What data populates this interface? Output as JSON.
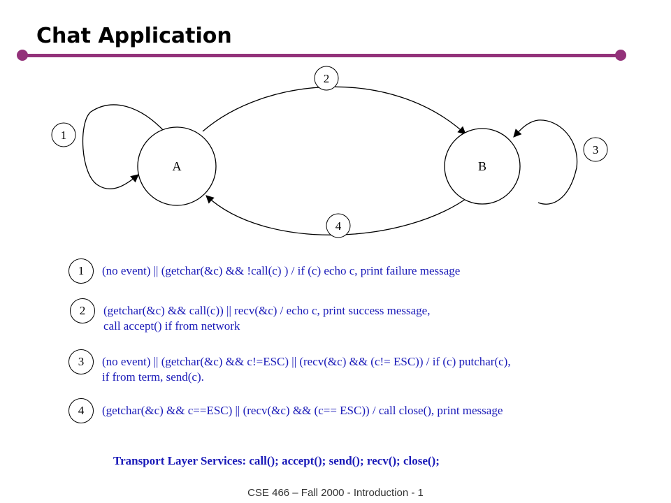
{
  "slide": {
    "title": "Chat Application",
    "footer": "CSE 466 – Fall 2000 - Introduction - 1"
  },
  "diagram": {
    "states": [
      {
        "id": "A",
        "label": "A"
      },
      {
        "id": "B",
        "label": "B"
      }
    ],
    "transitions": [
      {
        "number": "1",
        "from": "A",
        "to": "A"
      },
      {
        "number": "2",
        "from": "A",
        "to": "B"
      },
      {
        "number": "3",
        "from": "B",
        "to": "B"
      },
      {
        "number": "4",
        "from": "B",
        "to": "A"
      }
    ]
  },
  "legend": {
    "t1": {
      "number": "1",
      "line1": "(no event) || (getchar(&c)  && !call(c) )  /   if (c) echo c, print failure message"
    },
    "t2": {
      "number": "2",
      "line1": "(getchar(&c)  && call(c))  || recv(&c)  /  echo c, print success message,",
      "line2": "call accept() if from network"
    },
    "t3": {
      "number": "3",
      "line1": "(no event) || (getchar(&c)  && c!=ESC) || (recv(&c)  && (c!= ESC))  /  if (c) putchar(c),",
      "line2": "if from term, send(c)."
    },
    "t4": {
      "number": "4",
      "line1": "(getchar(&c)  && c==ESC) || (recv(&c)  && (c== ESC))  /  call close(), print message"
    }
  },
  "summary": "Transport Layer Services: call(); accept(); send(); recv(); close();",
  "colors": {
    "accent": "#93327a",
    "text_blue": "#1a1ab8"
  }
}
